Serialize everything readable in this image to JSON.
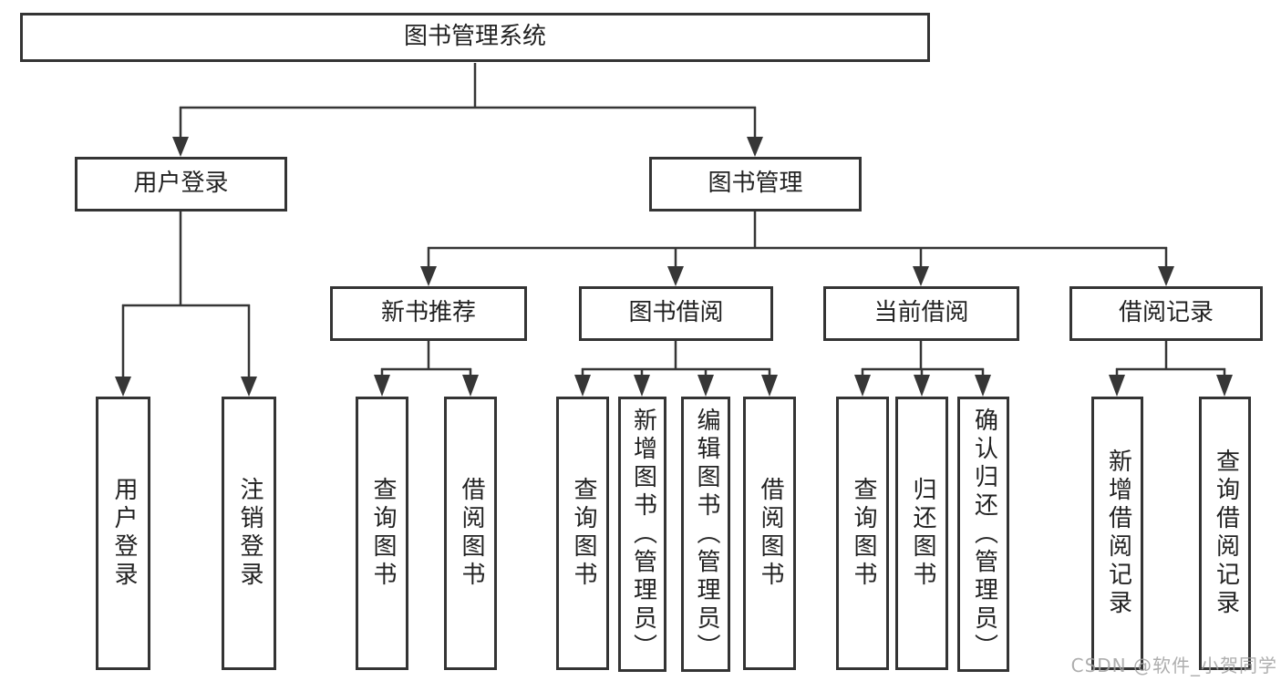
{
  "diagram_title": "图书管理系统",
  "nodes": {
    "root": {
      "label": "图书管理系统"
    },
    "user_login": {
      "label": "用户登录"
    },
    "book_mgmt": {
      "label": "图书管理"
    },
    "new_book_rec": {
      "label": "新书推荐"
    },
    "book_borrow": {
      "label": "图书借阅"
    },
    "current_borrow": {
      "label": "当前借阅"
    },
    "borrow_records": {
      "label": "借阅记录"
    },
    "leaf_user_login": {
      "label": "用户登录"
    },
    "leaf_logout": {
      "label": "注销登录"
    },
    "leaf_query_book_a": {
      "label": "查询图书"
    },
    "leaf_borrow_book_a": {
      "label": "借阅图书"
    },
    "leaf_query_book_b": {
      "label": "查询图书"
    },
    "leaf_add_book": {
      "label": "新增图书（管理员）"
    },
    "leaf_edit_book": {
      "label": "编辑图书（管理员）"
    },
    "leaf_borrow_book_b": {
      "label": "借阅图书"
    },
    "leaf_query_book_c": {
      "label": "查询图书"
    },
    "leaf_return_book": {
      "label": "归还图书"
    },
    "leaf_confirm_return": {
      "label": "确认归还（管理员）"
    },
    "leaf_add_record": {
      "label": "新增借阅记录"
    },
    "leaf_query_record": {
      "label": "查询借阅记录"
    }
  },
  "watermark": "CSDN @软件_小贺同学",
  "colors": {
    "line": "#363636",
    "border": "#343434",
    "text": "#222222",
    "watermark": "#a0a0a0",
    "background": "#ffffff"
  }
}
